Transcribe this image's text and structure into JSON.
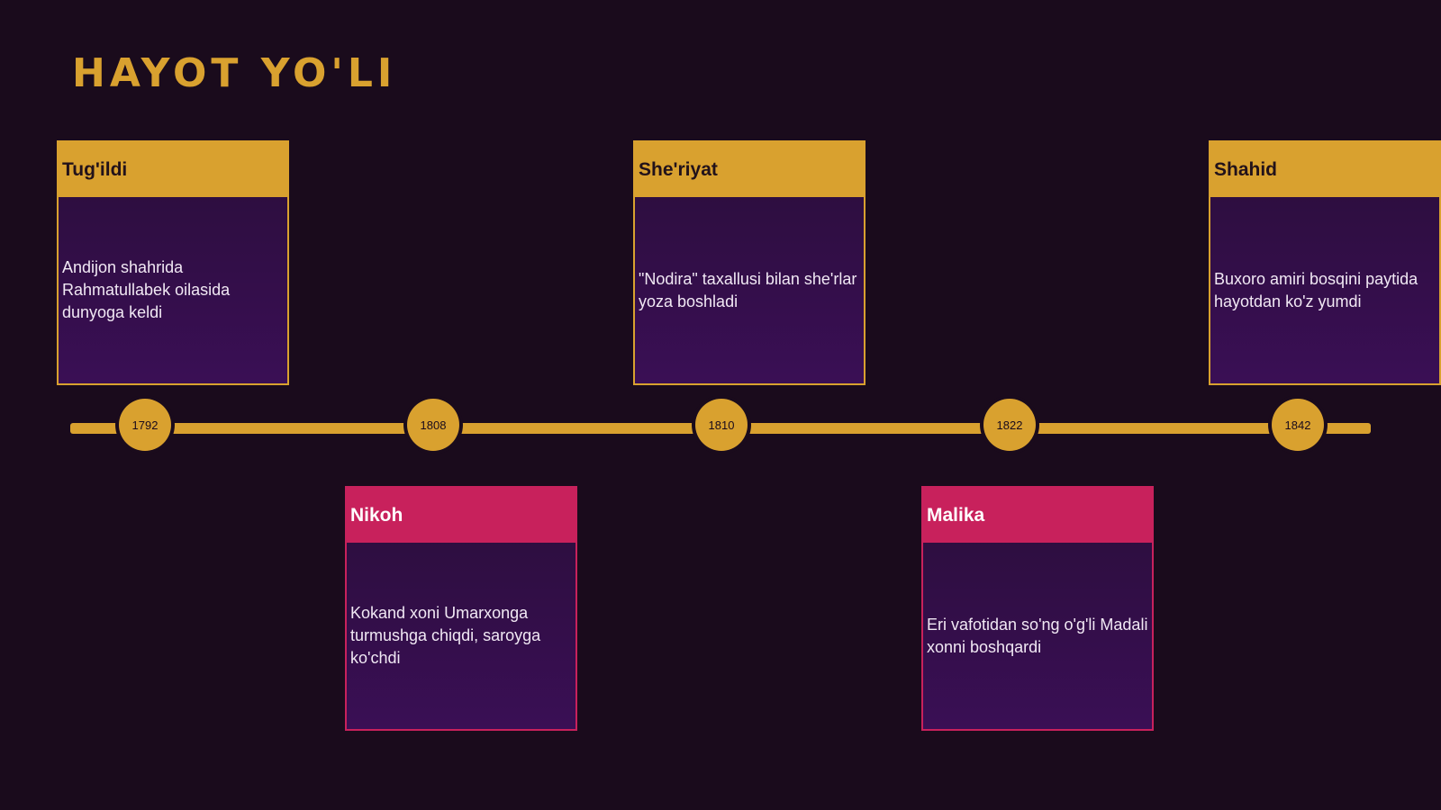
{
  "title": "HAYOT YO'LI",
  "colors": {
    "background": "#1a0b1c",
    "gold": "#d9a12f",
    "pink": "#c8215c",
    "card_body": "#2f0d45"
  },
  "years": [
    "1792",
    "1808",
    "1810",
    "1822",
    "1842"
  ],
  "events": [
    {
      "title": "Tug'ildi",
      "text": "Andijon shahrida Rahmatullabek oilasida dunyoga keldi"
    },
    {
      "title": "Nikoh",
      "text": "Kokand xoni Umarxonga turmushga chiqdi, saroyga ko'chdi"
    },
    {
      "title": "She'riyat",
      "text": "\"Nodira\" taxallusi bilan she'rlar yoza boshladi"
    },
    {
      "title": "Malika",
      "text": "Eri vafotidan so'ng o'g'li Madali xonni boshqardi"
    },
    {
      "title": "Shahid",
      "text": "Buxoro amiri bosqini paytida hayotdan ko'z yumdi"
    }
  ]
}
